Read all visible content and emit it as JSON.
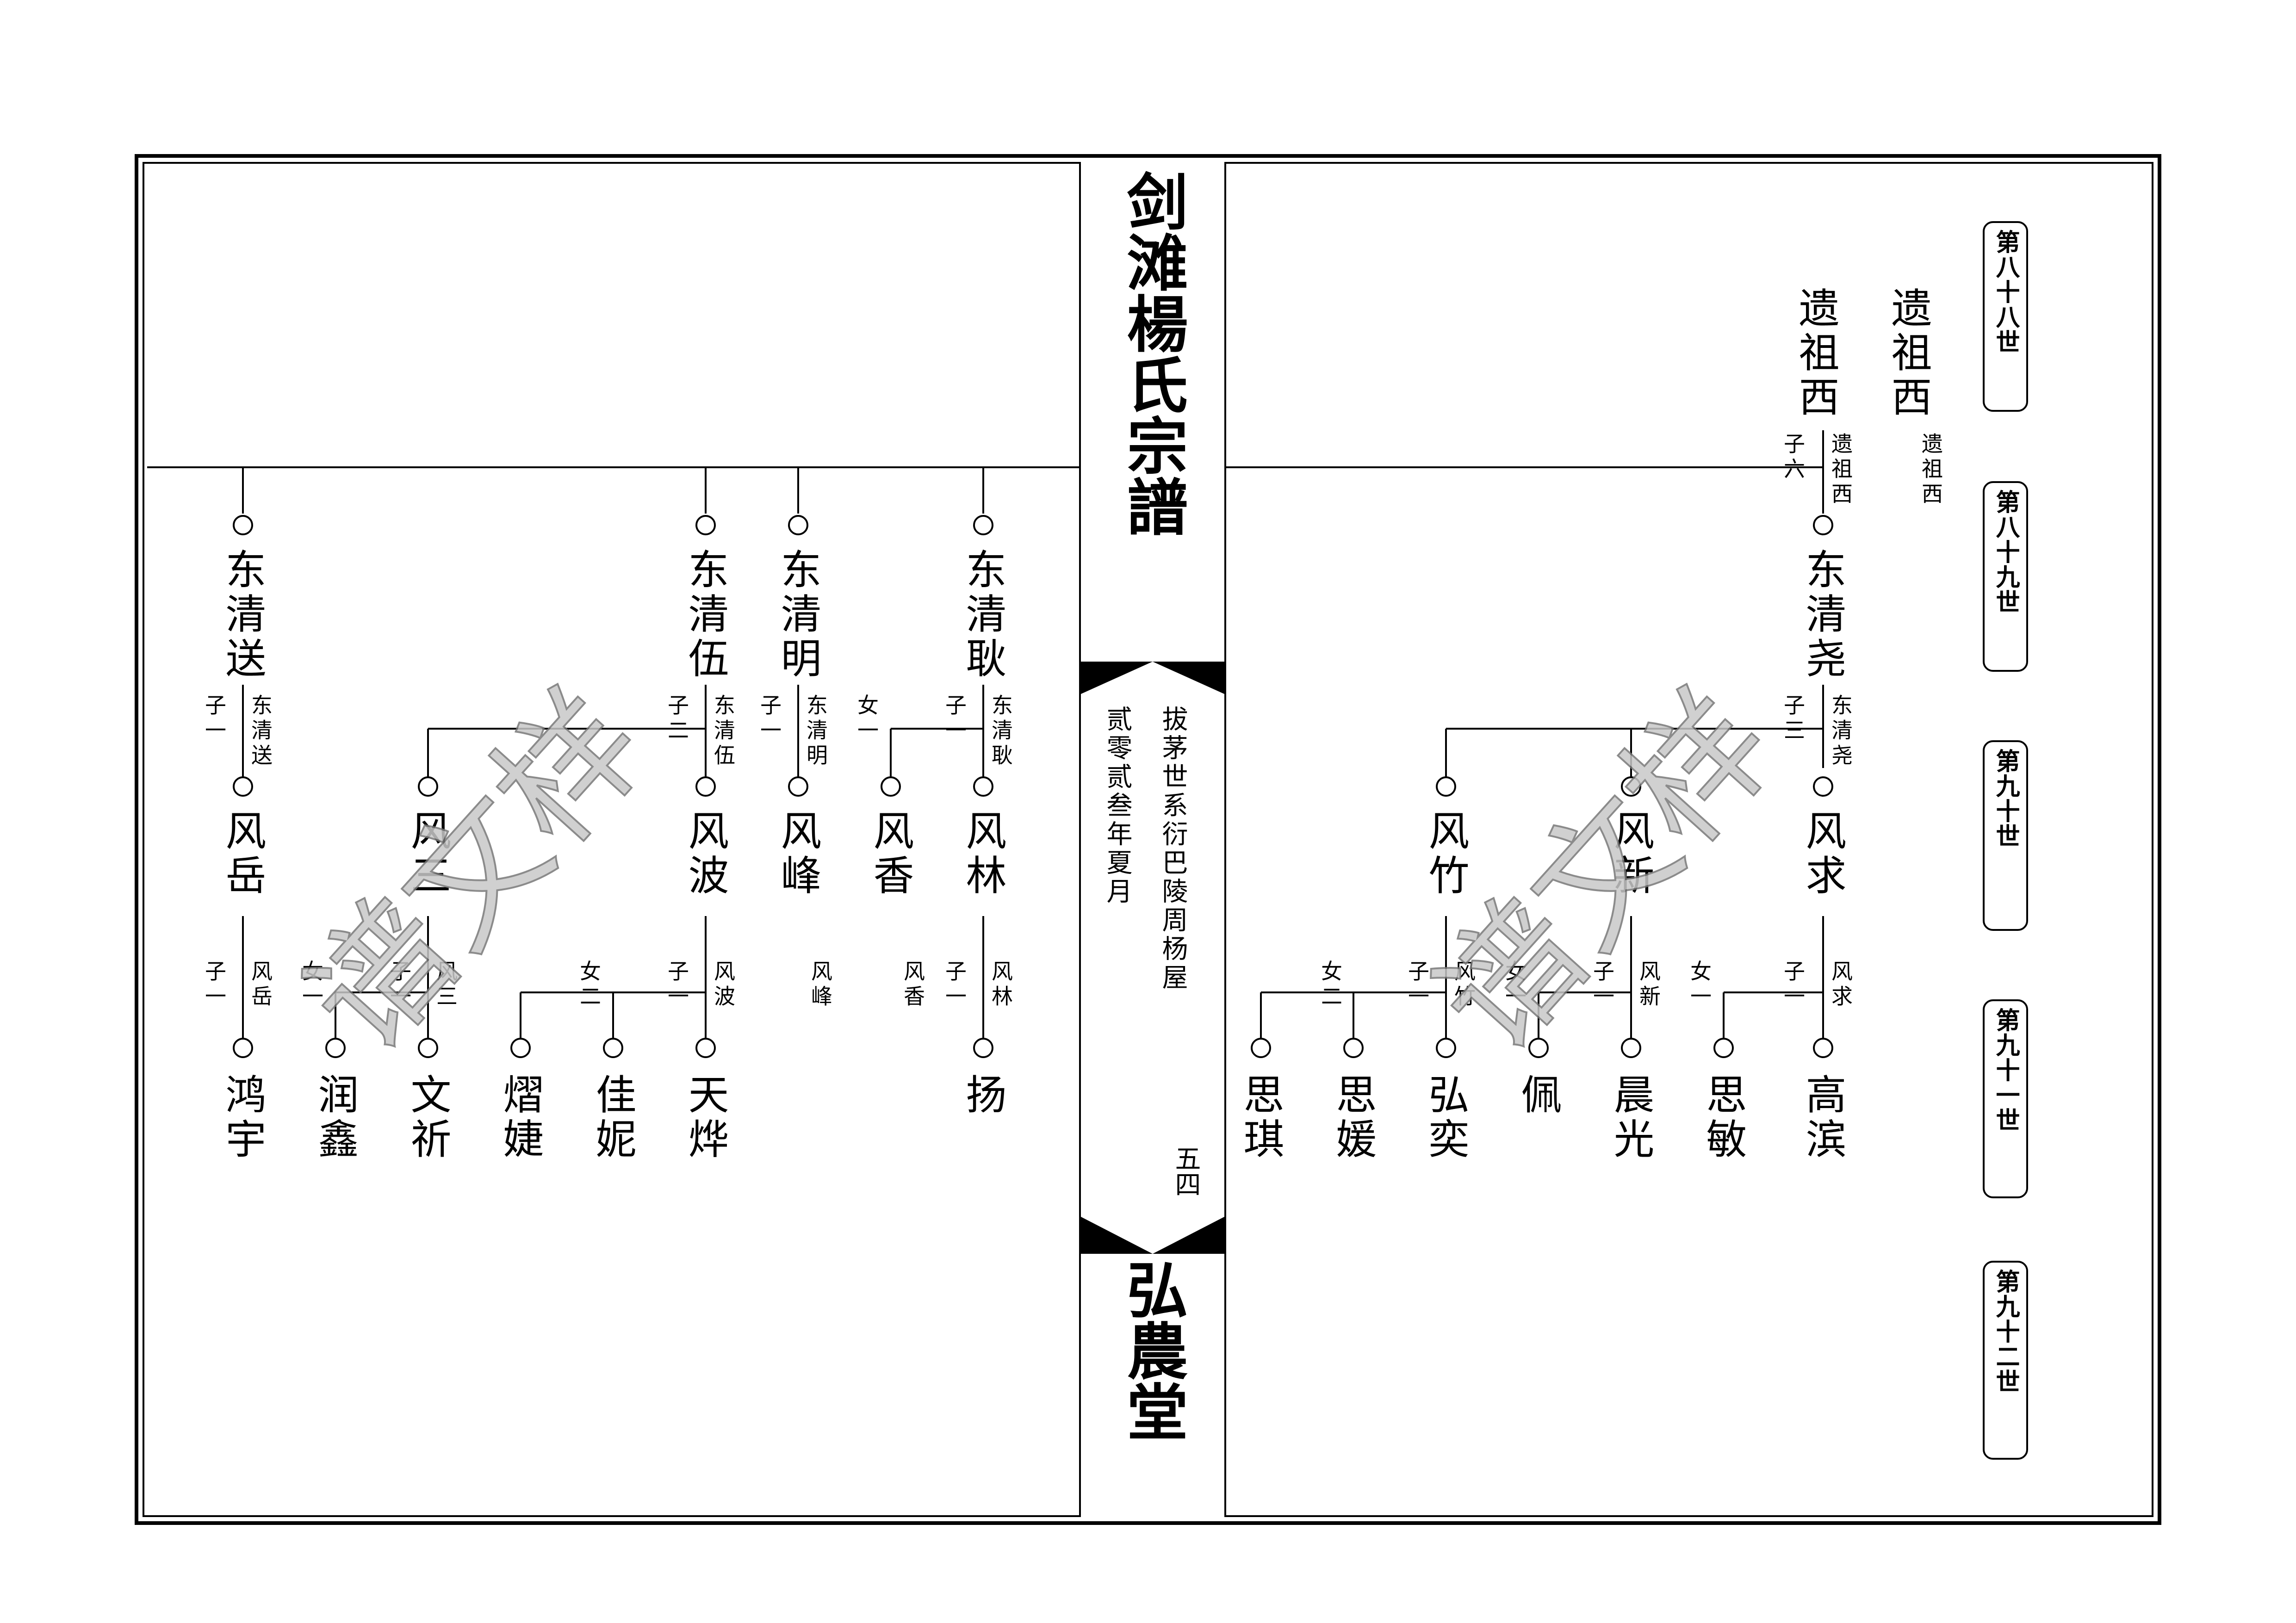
{
  "book": {
    "title": "剑滩楊氏宗譜",
    "subtitle": "拔茅世系衍巴陵周杨屋",
    "date": "贰零贰叁年夏月",
    "page_number": "五四",
    "hall": "弘農堂"
  },
  "generations": [
    "第八十八世",
    "第八十九世",
    "第九十世",
    "第九十一世",
    "第九十二世"
  ],
  "right_page": {
    "top_labels": [
      "遗祖西",
      "遗祖西"
    ],
    "note_top": "遗祖西",
    "note_left": "子六",
    "note_right": "遗祖西",
    "gen89": "东清尧",
    "gen89_note": [
      "子三",
      "东清尧"
    ],
    "gen90": [
      "风竹",
      "风新",
      "风求"
    ],
    "notes_90": [
      {
        "left": "女二",
        "right": ""
      },
      {
        "left": "子一",
        "right": "风竹"
      },
      {
        "left": "女一",
        "right": ""
      },
      {
        "left": "子一",
        "right": "风新"
      },
      {
        "left": "女一",
        "right": ""
      },
      {
        "left": "子一",
        "right": "风求"
      }
    ],
    "gen91": [
      "思琪",
      "思媛",
      "弘奕",
      "佩",
      "晨光",
      "思敏",
      "高滨"
    ]
  },
  "left_page": {
    "gen89": [
      "东清送",
      "东清伍",
      "东清明",
      "东清耿"
    ],
    "gen89_notes": [
      {
        "left": "子一",
        "right": "东清送"
      },
      {
        "left": "子二",
        "right": "东清伍"
      },
      {
        "left": "子一",
        "right": "东清明"
      },
      {
        "left": "女一",
        "right": ""
      },
      {
        "left": "子一",
        "right": "东清耿"
      }
    ],
    "gen90": [
      "风岳",
      "风三",
      "风波",
      "风峰",
      "风香",
      "风林"
    ],
    "gen90_notes": [
      {
        "left": "子一",
        "right": "风岳"
      },
      {
        "left": "女一",
        "right": ""
      },
      {
        "left": "子一",
        "right": "风三"
      },
      {
        "left": "女二",
        "right": ""
      },
      {
        "left": "子一",
        "right": "风波"
      },
      {
        "left": "",
        "right": "风峰"
      },
      {
        "left": "",
        "right": "风香"
      },
      {
        "left": "子一",
        "right": "风林"
      }
    ],
    "gen91": [
      "鸿宇",
      "润鑫",
      "文祈",
      "熠婕",
      "佳妮",
      "天烨",
      "扬"
    ]
  },
  "watermark": "谱文样"
}
